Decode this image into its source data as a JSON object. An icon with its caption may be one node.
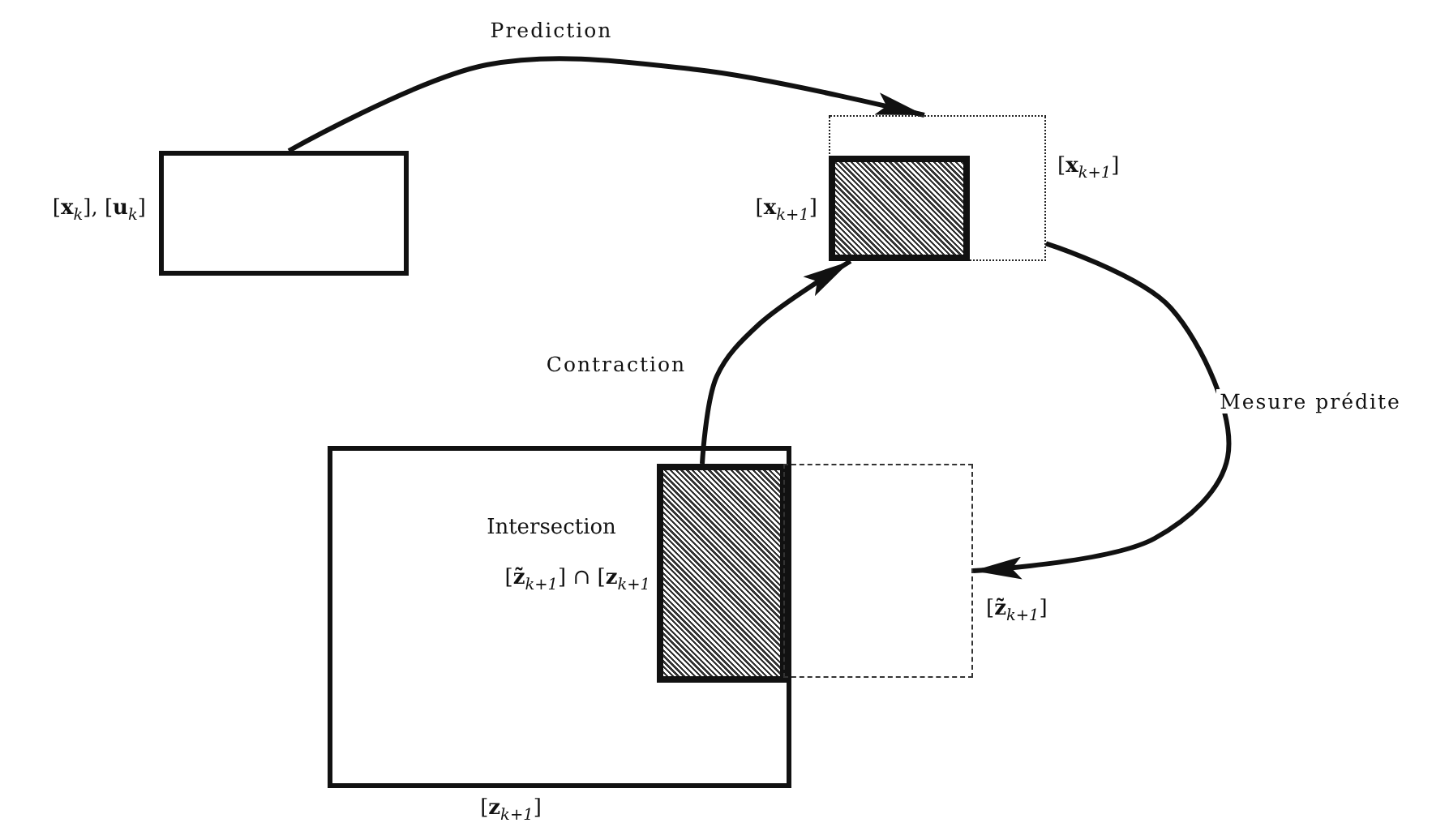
{
  "diagram": {
    "nodes": [
      {
        "text": [],
        "shape": "box",
        "beside": [
          "[**x**$_{k}$], [**u**$_{k}$]"
        ]
      },
      {
        "text": [],
        "shape": "box",
        "beside": [
          "[**x**$_{k+1}$]"
        ]
      },
      {
        "text": [],
        "shape": "box",
        "in": 1,
        "beside": [
          "[**x**$_{k+1}$]"
        ]
      },
      {
        "text": [],
        "shape": "box",
        "beside": [
          "[**z**$_{k+1}$]"
        ]
      },
      {
        "text": [],
        "shape": "box",
        "beside": [
          "[**z̃**$_{k+1}$]"
        ]
      },
      {
        "text": [],
        "shape": "box",
        "in": 3,
        "beside": [
          "Intersection",
          "[**z̃**$_{k+1}$] ∩ [**z**$_{k+1}$"
        ]
      }
    ],
    "edges": [
      {
        "from": 0,
        "to": 1,
        "arrow": "to",
        "label": "Prediction"
      },
      {
        "from": 5,
        "to": 2,
        "arrow": "to",
        "label": "Contraction"
      },
      {
        "from": 1,
        "to": 4,
        "arrow": "to",
        "label": "Mesure prédite"
      }
    ]
  }
}
